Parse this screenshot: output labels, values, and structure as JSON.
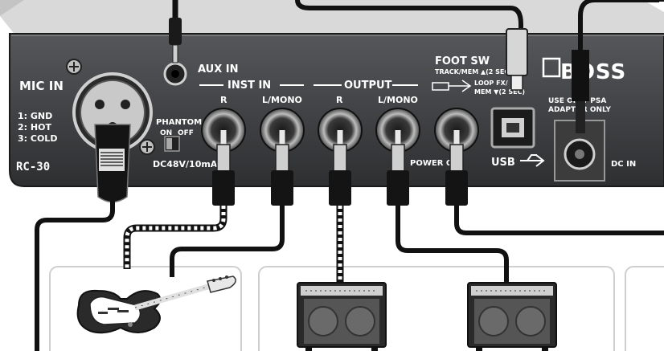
{
  "panel": {
    "aux_in": "AUX IN",
    "mic_in": "MIC IN",
    "pins": [
      "1: GND",
      "2: HOT",
      "3: COLD"
    ],
    "model": "RC-30",
    "phantom": "PHANTOM",
    "phantom_on": "ON",
    "phantom_off": "OFF",
    "dc_spec": "DC48V/10mA",
    "inst_in": "INST IN",
    "output": "OUTPUT",
    "jack_r1": "R",
    "jack_lmono1": "L/MONO",
    "jack_r2": "R",
    "jack_lmono2": "L/MONO",
    "foot_sw": "FOOT SW",
    "track_mem": "TRACK/MEM ▲(2 SEC)",
    "loop_fx": "LOOP FX/",
    "mem_down": "MEM ▼(2 SEC)",
    "brand": "BOSS",
    "power_on": "POWER ON",
    "usb": "USB",
    "psa_line1": "USE ONLY PSA",
    "psa_line2": "ADAPTOR ONLY",
    "dc_in": "DC IN"
  },
  "colors": {
    "panel": "#3a3a3c",
    "ink": "#111111",
    "text": "#ffffff",
    "bg": "#ffffff"
  },
  "icons": [
    "guitar-icon",
    "amplifier-icon",
    "usb-icon",
    "cable-plug-icon"
  ]
}
